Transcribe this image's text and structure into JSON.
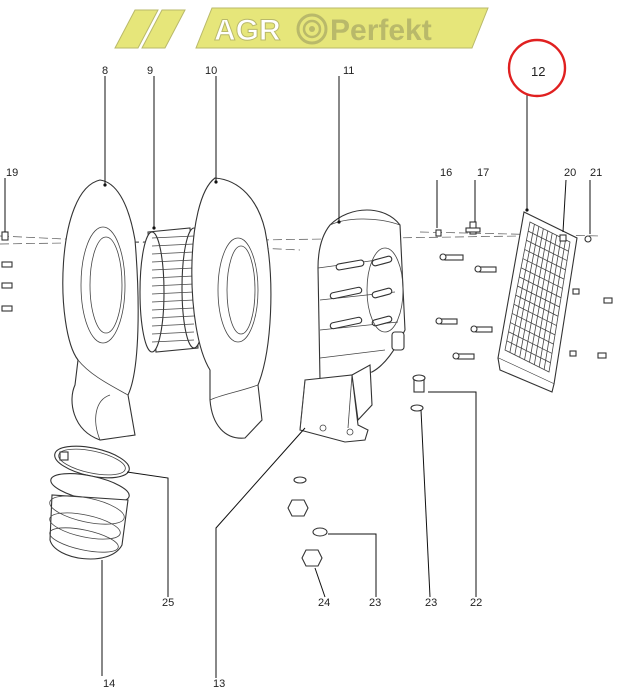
{
  "logo": {
    "brand_left": "AGR",
    "brand_right": "Perfekt",
    "color_stripe": "#e6e67a",
    "color_text": "#b9b96a"
  },
  "highlight": {
    "label": "12",
    "color": "#e02020"
  },
  "callouts": {
    "n8": "8",
    "n9": "9",
    "n10": "10",
    "n11": "11",
    "n12": "12",
    "n13": "13",
    "n14": "14",
    "n16": "16",
    "n17": "17",
    "n19": "19",
    "n20": "20",
    "n21": "21",
    "n22": "22",
    "n23a": "23",
    "n23b": "23",
    "n24": "24",
    "n25": "25"
  }
}
